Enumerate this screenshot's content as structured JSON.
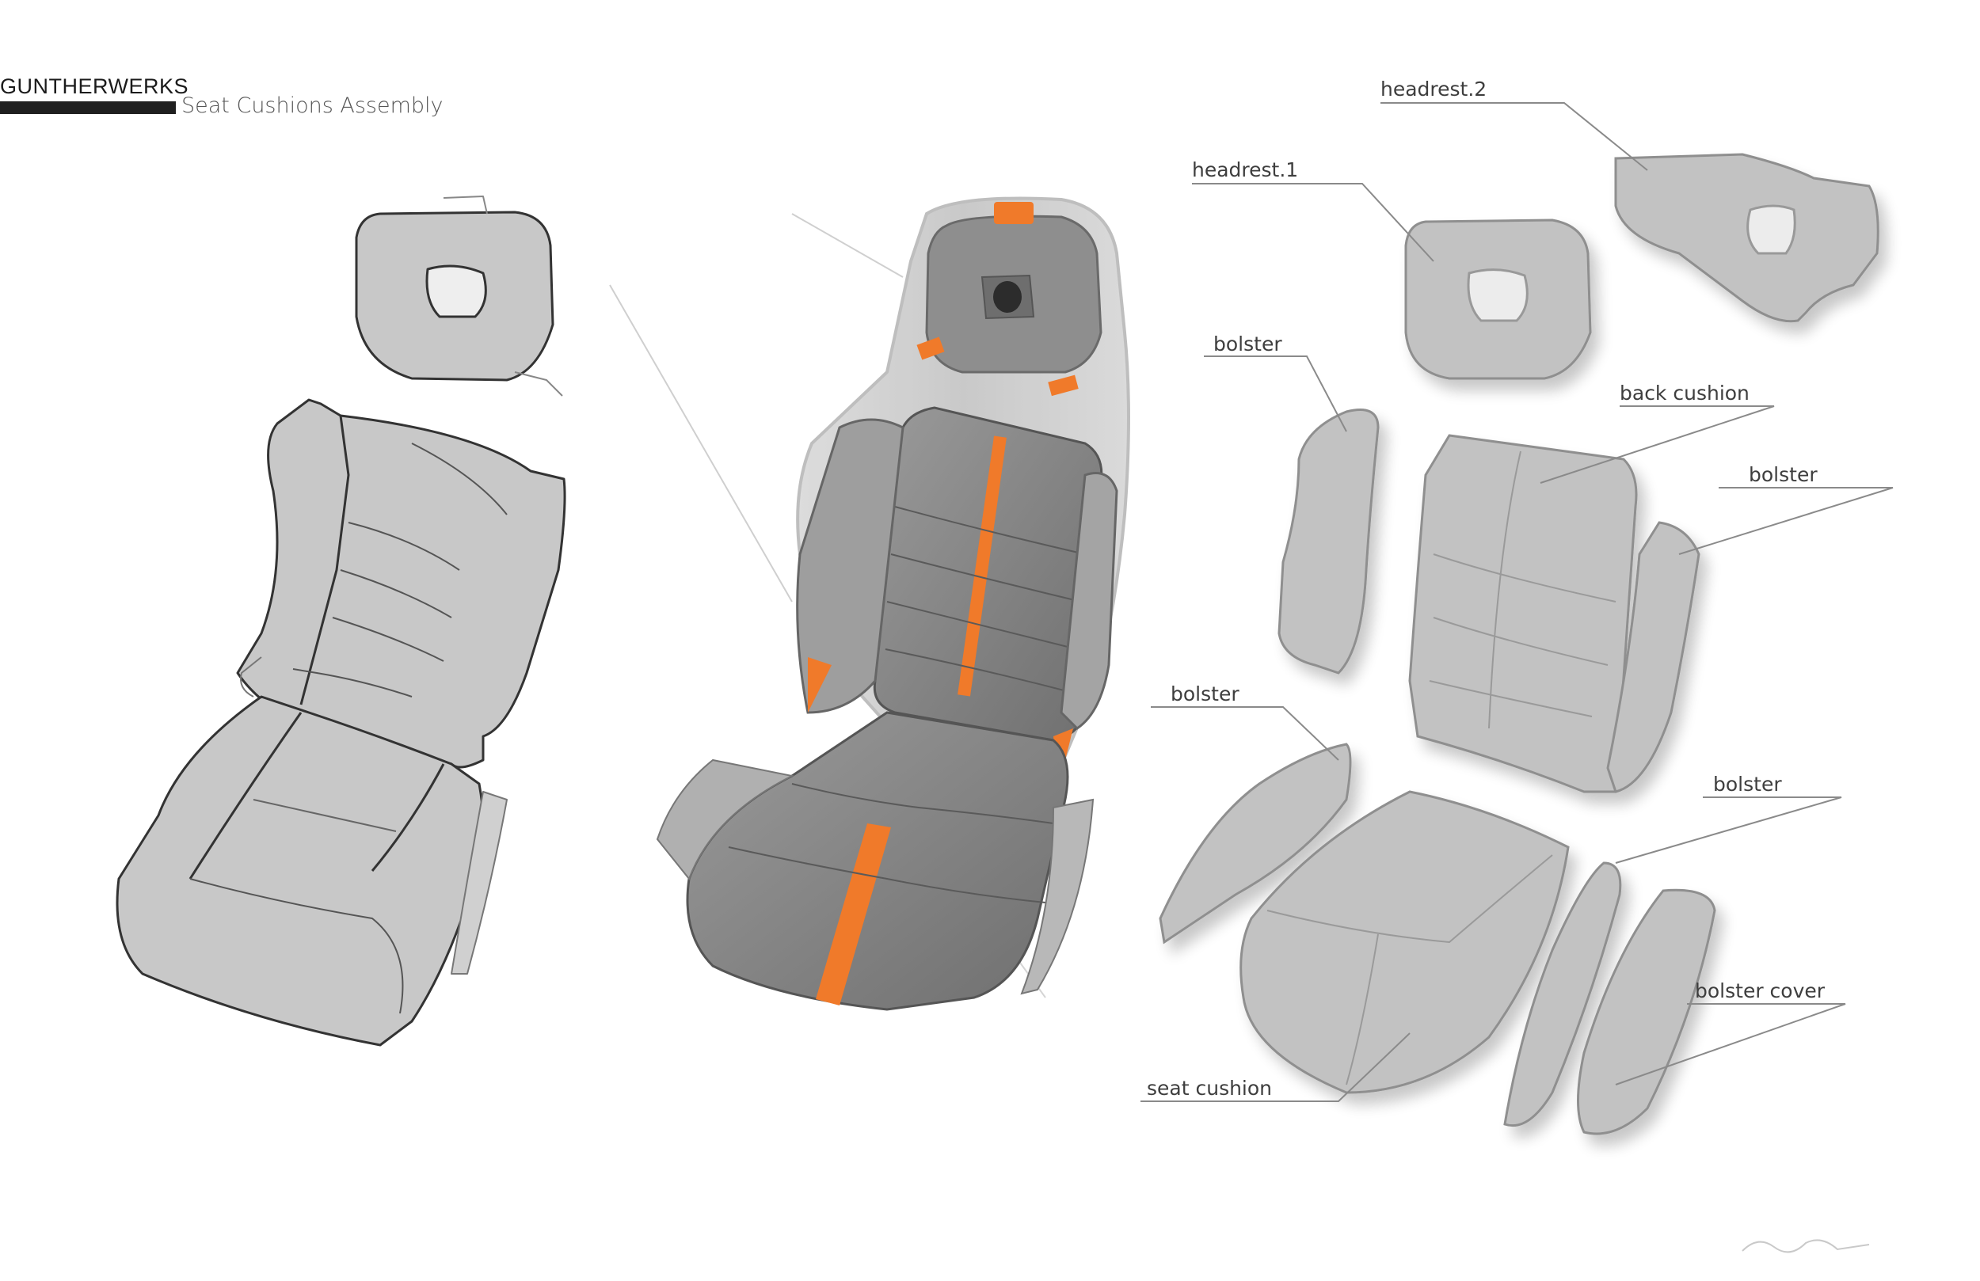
{
  "header": {
    "brand": "GUNTHERWERKS",
    "subtitle": "Seat Cushions Assembly"
  },
  "callouts": {
    "headrest_2": "headrest.2",
    "headrest_1": "headrest.1",
    "bolster_upper_left": "bolster",
    "back_cushion": "back cushion",
    "bolster_upper_right": "bolster",
    "bolster_lower_left": "bolster",
    "bolster_lower_right": "bolster",
    "bolster_cover": "bolster cover",
    "seat_cushion": "seat cushion"
  },
  "colors": {
    "panel_fill": "#c6c6c6",
    "panel_stroke": "#3a3a3a",
    "accent_orange": "#f07a2a",
    "leader_line": "#8a8a8a"
  }
}
